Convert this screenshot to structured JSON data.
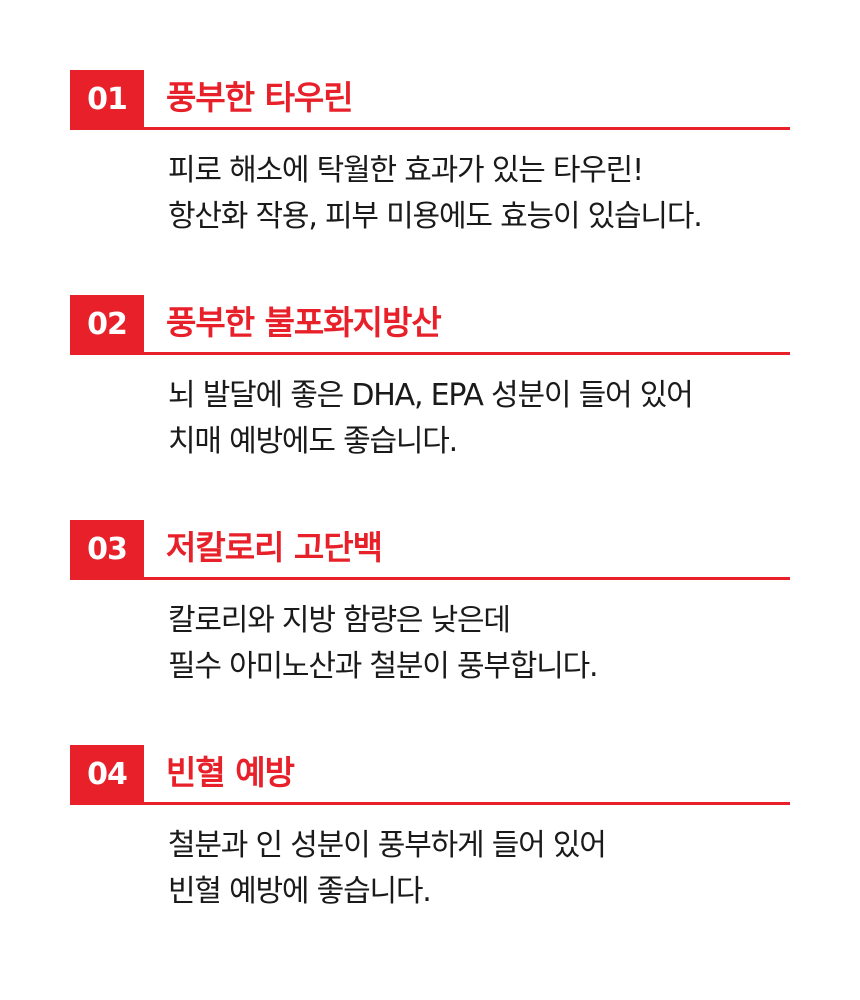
{
  "sections": [
    {
      "number": "01",
      "title": "풍부한 타우린",
      "lines": [
        "피로 해소에 탁월한 효과가 있는 타우린!",
        "항산화 작용, 피부 미용에도 효능이 있습니다."
      ]
    },
    {
      "number": "02",
      "title": "풍부한 불포화지방산",
      "lines": [
        "뇌 발달에 좋은 DHA, EPA 성분이 들어 있어",
        "치매 예방에도 좋습니다."
      ]
    },
    {
      "number": "03",
      "title": "저칼로리 고단백",
      "lines": [
        "칼로리와 지방 함량은 낮은데",
        "필수 아미노산과 철분이 풍부합니다."
      ]
    },
    {
      "number": "04",
      "title": "빈혈 예방",
      "lines": [
        "철분과 인 성분이 풍부하게 들어 있어",
        "빈혈 예방에 좋습니다."
      ]
    }
  ],
  "colors": {
    "accent": "#e8202a",
    "text": "#1a1a1a",
    "background": "#ffffff"
  }
}
